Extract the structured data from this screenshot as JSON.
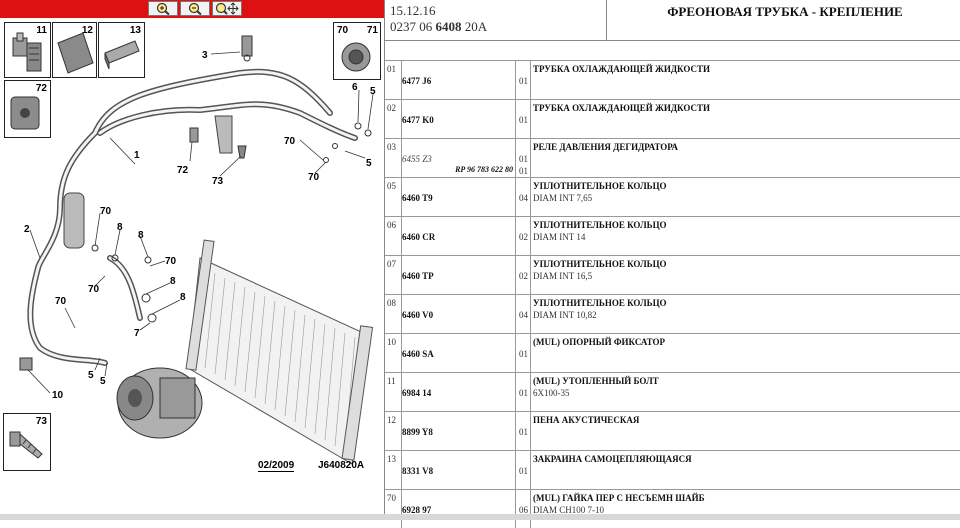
{
  "toolbar": {
    "buttons": [
      {
        "name": "zoom-in-icon",
        "label": "+"
      },
      {
        "name": "zoom-out-icon",
        "label": "-"
      },
      {
        "name": "pan-icon",
        "label": "✥"
      }
    ]
  },
  "diagram": {
    "thumbs": [
      {
        "num": "11"
      },
      {
        "num": "12"
      },
      {
        "num": "13"
      },
      {
        "num": "72"
      },
      {
        "num": "70"
      },
      {
        "num": "71"
      },
      {
        "num": "73"
      }
    ],
    "callouts": [
      "3",
      "6",
      "5",
      "70",
      "5",
      "72",
      "73",
      "70",
      "1",
      "2",
      "70",
      "8",
      "8",
      "70",
      "70",
      "8",
      "8",
      "7",
      "70",
      "5",
      "5",
      "10"
    ],
    "footer_date": "02/2009",
    "footer_ref": "J640820A"
  },
  "header": {
    "date": "15.12.16",
    "code_prefix": "0237 06 ",
    "code_bold": "6408",
    "code_suffix": " 20A",
    "title": "ФРЕОНОВАЯ ТРУБКА - КРЕПЛЕНИЕ"
  },
  "parts": [
    {
      "idx": "01",
      "ref": "6477 J6",
      "qty": "01",
      "desc": "ТРУБКА ОХЛАЖДАЮЩЕЙ ЖИДКОСТИ",
      "desc2": ""
    },
    {
      "idx": "02",
      "ref": "6477 K0",
      "qty": "01",
      "desc": "ТРУБКА ОХЛАЖДАЮЩЕЙ ЖИДКОСТИ",
      "desc2": ""
    },
    {
      "idx": "03",
      "ref": "6455 Z3",
      "ref2": "RP 96 783 622 80",
      "qty": "01",
      "qty2": "01",
      "desc": "РЕЛЕ ДАВЛЕНИЯ ДЕГИДРАТОРА",
      "desc2": ""
    },
    {
      "idx": "05",
      "ref": "6460 T9",
      "qty": "04",
      "desc": "УПЛОТНИТЕЛЬНОЕ КОЛЬЦО",
      "desc2": "DIAM INT 7,65"
    },
    {
      "idx": "06",
      "ref": "6460 CR",
      "qty": "02",
      "desc": "УПЛОТНИТЕЛЬНОЕ КОЛЬЦО",
      "desc2": "DIAM INT 14"
    },
    {
      "idx": "07",
      "ref": "6460 TP",
      "qty": "02",
      "desc": "УПЛОТНИТЕЛЬНОЕ КОЛЬЦО",
      "desc2": "DIAM INT 16,5"
    },
    {
      "idx": "08",
      "ref": "6460 V0",
      "qty": "04",
      "desc": "УПЛОТНИТЕЛЬНОЕ КОЛЬЦО",
      "desc2": "DIAM INT 10,82"
    },
    {
      "idx": "10",
      "ref": "6460 SA",
      "qty": "01",
      "desc": "(MUL) ОПОРНЫЙ ФИКСАТОР",
      "desc2": ""
    },
    {
      "idx": "11",
      "ref": "6984 14",
      "qty": "01",
      "desc": "(MUL) УТОПЛЕННЫЙ БОЛТ",
      "desc2": "6X100-35"
    },
    {
      "idx": "12",
      "ref": "8899 Y8",
      "qty": "01",
      "desc": "ПЕНА АКУСТИЧЕСКАЯ",
      "desc2": ""
    },
    {
      "idx": "13",
      "ref": "8331 V8",
      "qty": "01",
      "desc": "ЗАКРАИНА САМОЦЕПЛЯЮЩАЯСЯ",
      "desc2": ""
    },
    {
      "idx": "70",
      "ref": "6928 97",
      "qty": "06",
      "desc": "(MUL) ГАЙКА ПЕР С НЕСЪЕМН ШАЙБ",
      "desc2": "DIAM CH100 7-10"
    }
  ]
}
